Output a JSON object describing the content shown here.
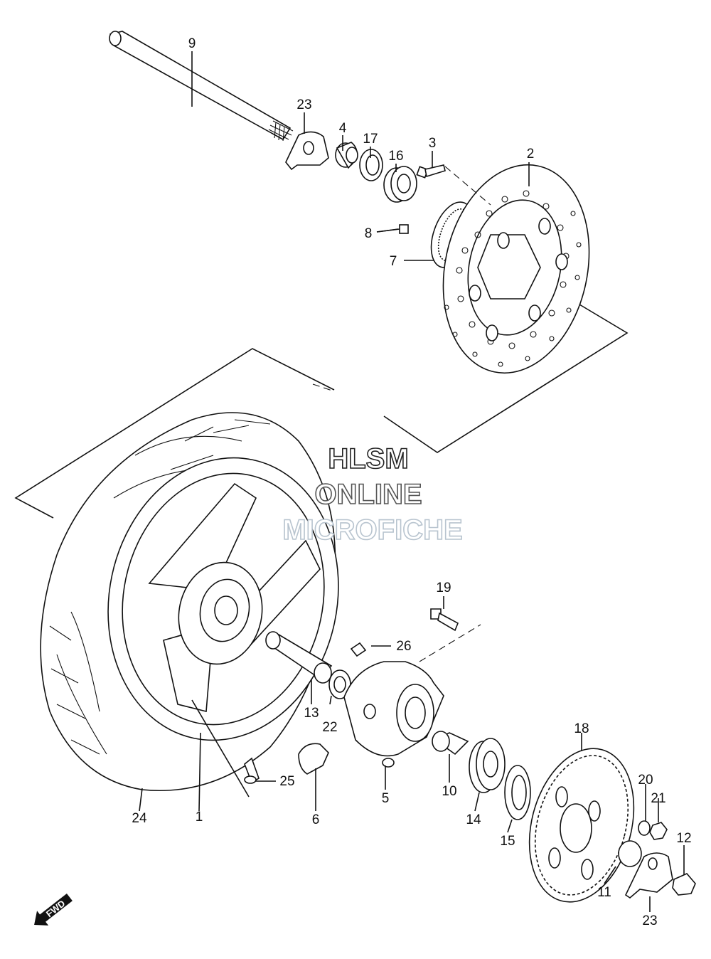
{
  "diagram": {
    "watermark": {
      "line1": "HLSM",
      "line2": "ONLINE",
      "line3": "MICROFICHE",
      "color1": "#222222",
      "color2": "#555555",
      "color3": "#b8c4cf"
    },
    "fwd_label": "FWD",
    "callouts": {
      "p1": "1",
      "p2": "2",
      "p3": "3",
      "p4": "4",
      "p5": "5",
      "p6": "6",
      "p7": "7",
      "p8": "8",
      "p9": "9",
      "p10": "10",
      "p11": "11",
      "p12": "12",
      "p13": "13",
      "p14": "14",
      "p15": "15",
      "p16": "16",
      "p17": "17",
      "p18": "18",
      "p19": "19",
      "p20": "20",
      "p21": "21",
      "p22": "22",
      "p23a": "23",
      "p23b": "23",
      "p24": "24",
      "p25": "25",
      "p26": "26"
    }
  }
}
